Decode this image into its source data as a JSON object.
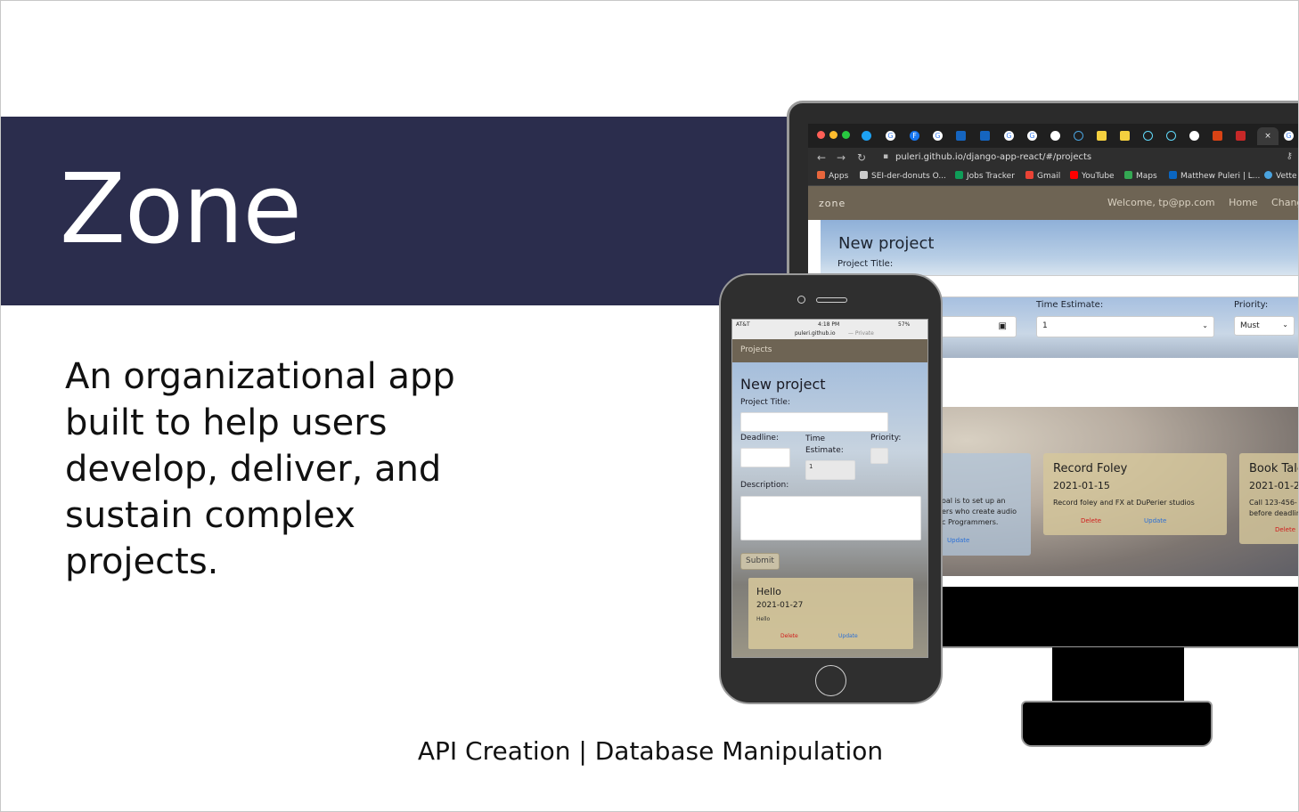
{
  "slide": {
    "title": "Zone",
    "description": "An organizational app built to help users develop, deliver, and sustain complex projects.",
    "footer": "API Creation | Database Manipulation"
  },
  "colors": {
    "banner": "#2b2d4d",
    "app_nav": "#6e6454",
    "card": "#d6c79b",
    "delete": "#d01b1b",
    "update": "#2a6fd6"
  },
  "browser": {
    "url": "puleri.github.io/django-app-react/#/projects",
    "bookmarks": [
      "Apps",
      "SEI-der-donuts O...",
      "Jobs Tracker",
      "Gmail",
      "YouTube",
      "Maps",
      "Matthew Puleri | L...",
      "Vette"
    ]
  },
  "desktop_app": {
    "brand": "zone",
    "nav": [
      "Welcome, tp@pp.com",
      "Home",
      "Change Pa"
    ],
    "form": {
      "heading": "New project",
      "title_label": "Project Title:",
      "time_label": "Time Estimate:",
      "time_value": "1",
      "priority_label": "Priority:",
      "priority_value": "Must"
    },
    "cards": [
      {
        "title": "",
        "date": "",
        "text": "oal is to set up an\ners who create audio\nc Programmers.",
        "delete": "",
        "update": "Update"
      },
      {
        "title": "Record Foley",
        "date": "2021-01-15",
        "text": "Record foley and FX at DuPerier studios",
        "delete": "Delete",
        "update": "Update"
      },
      {
        "title": "Book Tale",
        "date": "2021-01-2",
        "text": "Call 123-456-\nbefore deadlin",
        "delete": "Delete",
        "update": ""
      }
    ]
  },
  "phone_app": {
    "status": {
      "carrier": "AT&T",
      "time": "4:18 PM",
      "battery": "57%",
      "url": "puleri.github.io",
      "mode": "— Private"
    },
    "nav_label": "Projects",
    "form": {
      "heading": "New project",
      "title_label": "Project Title:",
      "deadline_label": "Deadline:",
      "time_label": "Time Estimate:",
      "time_value": "1",
      "priority_label": "Priority:",
      "description_label": "Description:",
      "submit": "Submit"
    },
    "card": {
      "title": "Hello",
      "date": "2021-01-27",
      "text": "Hello",
      "delete": "Delete",
      "update": "Update"
    }
  }
}
